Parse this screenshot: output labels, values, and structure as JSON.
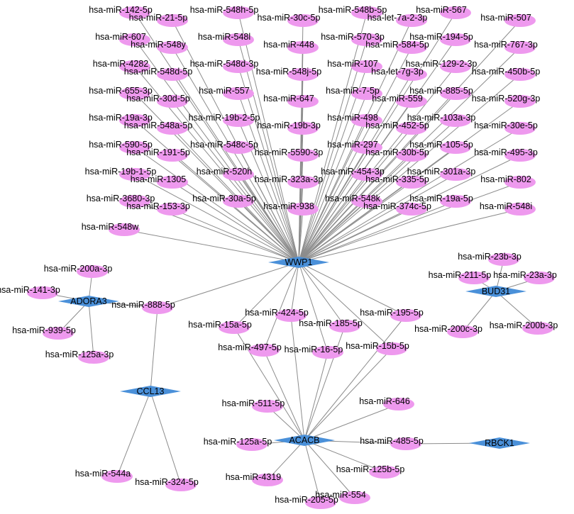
{
  "colors": {
    "mirna": "#ee99ee",
    "gene": "#4a90d9",
    "edge": "#8c8c8c"
  },
  "genes": [
    "WWP1",
    "ADORA3",
    "BUD31",
    "CCL13",
    "ACACB",
    "RBCK1"
  ],
  "mirnas": [
    "hsa-miR-142-5p",
    "hsa-miR-21-5p",
    "hsa-miR-548h-5p",
    "hsa-miR-30c-5p",
    "hsa-miR-548b-5p",
    "hsa-let-7a-2-3p",
    "hsa-miR-567",
    "hsa-miR-507",
    "hsa-miR-607",
    "hsa-miR-548y",
    "hsa-miR-548l",
    "hsa-miR-448",
    "hsa-miR-570-3p",
    "hsa-miR-584-5p",
    "hsa-miR-194-5p",
    "hsa-miR-767-3p",
    "hsa-miR-4282",
    "hsa-miR-548d-5p",
    "hsa-miR-548d-3p",
    "hsa-miR-548j-5p",
    "hsa-miR-107",
    "hsa-let-7g-3p",
    "hsa-miR-129-2-3p",
    "hsa-miR-450b-5p",
    "hsa-miR-655-3p",
    "hsa-miR-30d-5p",
    "hsa-miR-557",
    "hsa-miR-647",
    "hsa-miR-7-5p",
    "hsa-miR-559",
    "hsa-miR-885-5p",
    "hsa-miR-520g-3p",
    "hsa-miR-19a-3p",
    "hsa-miR-548a-5p",
    "hsa-miR-19b-2-5p",
    "hsa-miR-19b-3p",
    "hsa-miR-498",
    "hsa-miR-452-5p",
    "hsa-miR-103a-3p",
    "hsa-miR-30e-5p",
    "hsa-miR-590-5p",
    "hsa-miR-191-5p",
    "hsa-miR-548c-5p",
    "hsa-miR-5590-3p",
    "hsa-miR-297",
    "hsa-miR-30b-5p",
    "hsa-miR-105-5p",
    "hsa-miR-495-3p",
    "hsa-miR-19b-1-5p",
    "hsa-miR-1305",
    "hsa-miR-520h",
    "hsa-miR-323a-3p",
    "hsa-miR-454-3p",
    "hsa-miR-335-5p",
    "hsa-miR-301a-3p",
    "hsa-miR-802",
    "hsa-miR-3680-3p",
    "hsa-miR-153-3p",
    "hsa-miR-30a-5p",
    "hsa-miR-938",
    "hsa-miR-548k",
    "hsa-miR-374c-5p",
    "hsa-miR-19a-5p",
    "hsa-miR-548i",
    "hsa-miR-548w",
    "hsa-miR-200a-3p",
    "hsa-miR-141-3p",
    "hsa-miR-939-5p",
    "hsa-miR-125a-3p",
    "hsa-miR-888-5p",
    "hsa-miR-23b-3p",
    "hsa-miR-211-5p",
    "hsa-miR-23a-3p",
    "hsa-miR-200b-3p",
    "hsa-miR-200c-3p",
    "hsa-miR-424-5p",
    "hsa-miR-195-5p",
    "hsa-miR-15a-5p",
    "hsa-miR-185-5p",
    "hsa-miR-497-5p",
    "hsa-miR-16-5p",
    "hsa-miR-15b-5p",
    "hsa-miR-511-5p",
    "hsa-miR-646",
    "hsa-miR-125a-5p",
    "hsa-miR-485-5p",
    "hsa-miR-4319",
    "hsa-miR-125b-5p",
    "hsa-miR-205-5p",
    "hsa-miR-554",
    "hsa-miR-544a",
    "hsa-miR-324-5p"
  ],
  "edges": [
    [
      "hsa-miR-142-5p",
      "WWP1"
    ],
    [
      "hsa-miR-21-5p",
      "WWP1"
    ],
    [
      "hsa-miR-548h-5p",
      "WWP1"
    ],
    [
      "hsa-miR-30c-5p",
      "WWP1"
    ],
    [
      "hsa-miR-548b-5p",
      "WWP1"
    ],
    [
      "hsa-let-7a-2-3p",
      "WWP1"
    ],
    [
      "hsa-miR-567",
      "WWP1"
    ],
    [
      "hsa-miR-507",
      "WWP1"
    ],
    [
      "hsa-miR-607",
      "WWP1"
    ],
    [
      "hsa-miR-548y",
      "WWP1"
    ],
    [
      "hsa-miR-548l",
      "WWP1"
    ],
    [
      "hsa-miR-448",
      "WWP1"
    ],
    [
      "hsa-miR-570-3p",
      "WWP1"
    ],
    [
      "hsa-miR-584-5p",
      "WWP1"
    ],
    [
      "hsa-miR-194-5p",
      "WWP1"
    ],
    [
      "hsa-miR-767-3p",
      "WWP1"
    ],
    [
      "hsa-miR-4282",
      "WWP1"
    ],
    [
      "hsa-miR-548d-5p",
      "WWP1"
    ],
    [
      "hsa-miR-548d-3p",
      "WWP1"
    ],
    [
      "hsa-miR-548j-5p",
      "WWP1"
    ],
    [
      "hsa-miR-107",
      "WWP1"
    ],
    [
      "hsa-let-7g-3p",
      "WWP1"
    ],
    [
      "hsa-miR-129-2-3p",
      "WWP1"
    ],
    [
      "hsa-miR-450b-5p",
      "WWP1"
    ],
    [
      "hsa-miR-655-3p",
      "WWP1"
    ],
    [
      "hsa-miR-30d-5p",
      "WWP1"
    ],
    [
      "hsa-miR-557",
      "WWP1"
    ],
    [
      "hsa-miR-647",
      "WWP1"
    ],
    [
      "hsa-miR-7-5p",
      "WWP1"
    ],
    [
      "hsa-miR-559",
      "WWP1"
    ],
    [
      "hsa-miR-885-5p",
      "WWP1"
    ],
    [
      "hsa-miR-520g-3p",
      "WWP1"
    ],
    [
      "hsa-miR-19a-3p",
      "WWP1"
    ],
    [
      "hsa-miR-548a-5p",
      "WWP1"
    ],
    [
      "hsa-miR-19b-2-5p",
      "WWP1"
    ],
    [
      "hsa-miR-19b-3p",
      "WWP1"
    ],
    [
      "hsa-miR-498",
      "WWP1"
    ],
    [
      "hsa-miR-452-5p",
      "WWP1"
    ],
    [
      "hsa-miR-103a-3p",
      "WWP1"
    ],
    [
      "hsa-miR-30e-5p",
      "WWP1"
    ],
    [
      "hsa-miR-590-5p",
      "WWP1"
    ],
    [
      "hsa-miR-191-5p",
      "WWP1"
    ],
    [
      "hsa-miR-548c-5p",
      "WWP1"
    ],
    [
      "hsa-miR-5590-3p",
      "WWP1"
    ],
    [
      "hsa-miR-297",
      "WWP1"
    ],
    [
      "hsa-miR-30b-5p",
      "WWP1"
    ],
    [
      "hsa-miR-105-5p",
      "WWP1"
    ],
    [
      "hsa-miR-495-3p",
      "WWP1"
    ],
    [
      "hsa-miR-19b-1-5p",
      "WWP1"
    ],
    [
      "hsa-miR-1305",
      "WWP1"
    ],
    [
      "hsa-miR-520h",
      "WWP1"
    ],
    [
      "hsa-miR-323a-3p",
      "WWP1"
    ],
    [
      "hsa-miR-454-3p",
      "WWP1"
    ],
    [
      "hsa-miR-335-5p",
      "WWP1"
    ],
    [
      "hsa-miR-301a-3p",
      "WWP1"
    ],
    [
      "hsa-miR-802",
      "WWP1"
    ],
    [
      "hsa-miR-3680-3p",
      "WWP1"
    ],
    [
      "hsa-miR-153-3p",
      "WWP1"
    ],
    [
      "hsa-miR-30a-5p",
      "WWP1"
    ],
    [
      "hsa-miR-938",
      "WWP1"
    ],
    [
      "hsa-miR-548k",
      "WWP1"
    ],
    [
      "hsa-miR-374c-5p",
      "WWP1"
    ],
    [
      "hsa-miR-19a-5p",
      "WWP1"
    ],
    [
      "hsa-miR-548i",
      "WWP1"
    ],
    [
      "hsa-miR-548w",
      "WWP1"
    ],
    [
      "hsa-miR-200a-3p",
      "ADORA3"
    ],
    [
      "hsa-miR-141-3p",
      "ADORA3"
    ],
    [
      "hsa-miR-939-5p",
      "ADORA3"
    ],
    [
      "hsa-miR-125a-3p",
      "ADORA3"
    ],
    [
      "hsa-miR-888-5p",
      "ADORA3"
    ],
    [
      "hsa-miR-888-5p",
      "WWP1"
    ],
    [
      "hsa-miR-888-5p",
      "CCL13"
    ],
    [
      "hsa-miR-23b-3p",
      "BUD31"
    ],
    [
      "hsa-miR-211-5p",
      "BUD31"
    ],
    [
      "hsa-miR-23a-3p",
      "BUD31"
    ],
    [
      "hsa-miR-200b-3p",
      "BUD31"
    ],
    [
      "hsa-miR-200c-3p",
      "BUD31"
    ],
    [
      "hsa-miR-424-5p",
      "WWP1"
    ],
    [
      "hsa-miR-195-5p",
      "WWP1"
    ],
    [
      "hsa-miR-15a-5p",
      "WWP1"
    ],
    [
      "hsa-miR-185-5p",
      "WWP1"
    ],
    [
      "hsa-miR-497-5p",
      "WWP1"
    ],
    [
      "hsa-miR-16-5p",
      "WWP1"
    ],
    [
      "hsa-miR-15b-5p",
      "WWP1"
    ],
    [
      "hsa-miR-424-5p",
      "ACACB"
    ],
    [
      "hsa-miR-195-5p",
      "ACACB"
    ],
    [
      "hsa-miR-15a-5p",
      "ACACB"
    ],
    [
      "hsa-miR-185-5p",
      "ACACB"
    ],
    [
      "hsa-miR-497-5p",
      "ACACB"
    ],
    [
      "hsa-miR-16-5p",
      "ACACB"
    ],
    [
      "hsa-miR-15b-5p",
      "ACACB"
    ],
    [
      "hsa-miR-511-5p",
      "ACACB"
    ],
    [
      "hsa-miR-646",
      "ACACB"
    ],
    [
      "hsa-miR-125a-5p",
      "ACACB"
    ],
    [
      "hsa-miR-485-5p",
      "ACACB"
    ],
    [
      "hsa-miR-4319",
      "ACACB"
    ],
    [
      "hsa-miR-125b-5p",
      "ACACB"
    ],
    [
      "hsa-miR-205-5p",
      "ACACB"
    ],
    [
      "hsa-miR-554",
      "ACACB"
    ],
    [
      "hsa-miR-485-5p",
      "RBCK1"
    ],
    [
      "hsa-miR-544a",
      "CCL13"
    ],
    [
      "hsa-miR-324-5p",
      "CCL13"
    ]
  ]
}
